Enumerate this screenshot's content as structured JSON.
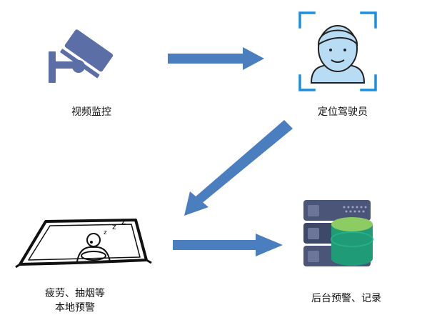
{
  "nodes": {
    "camera": {
      "label": "视频监控",
      "icon": "security-camera-icon"
    },
    "face": {
      "label": "定位驾驶员",
      "icon": "face-recognition-icon"
    },
    "driver": {
      "label_line1": "疲劳、抽烟等",
      "label_line2": "本地预警",
      "icon": "drowsy-driver-icon"
    },
    "server": {
      "label": "后台预警、记录",
      "icon": "server-database-icon"
    }
  },
  "colors": {
    "arrow": "#4a7ebf",
    "camera": "#5b6ea6",
    "face_frame": "#1a8fe0",
    "face_fill": "#b9dcf5",
    "server": "#4a5578",
    "db_top": "#8dcc63",
    "db_body": "#1f9b78"
  }
}
